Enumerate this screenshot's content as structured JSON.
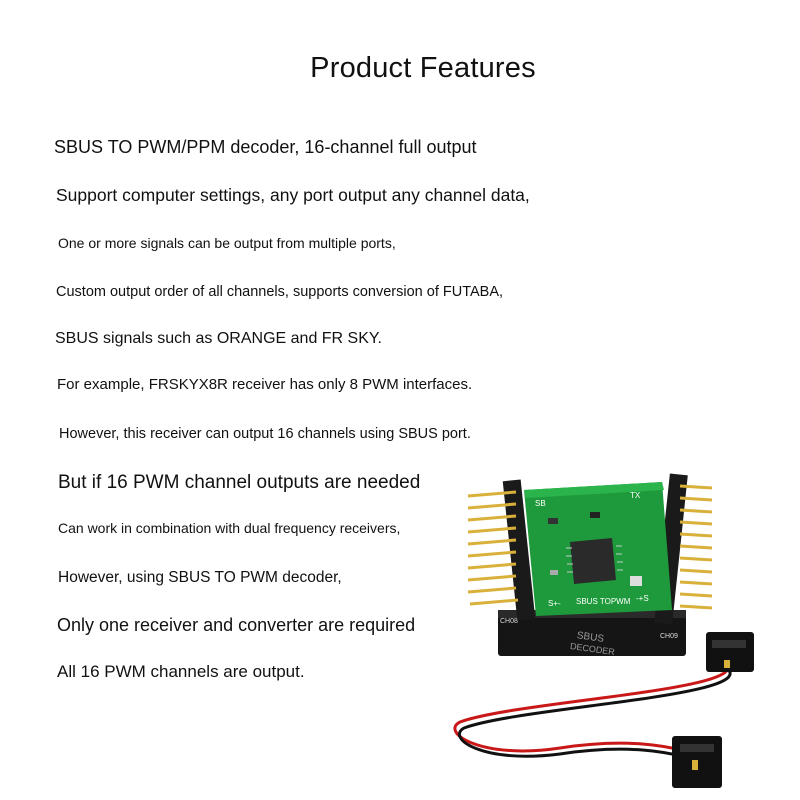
{
  "page": {
    "title": "Product Features"
  },
  "features": [
    "SBUS TO PWM/PPM decoder, 16-channel full output",
    "Support computer settings, any port output any channel data,",
    "One or more signals can be output from multiple ports,",
    "Custom output order of all channels, supports conversion of FUTABA,",
    "SBUS signals such as ORANGE and FR SKY.",
    "For example, FRSKYX8R receiver has only 8 PWM interfaces.",
    "However, this receiver can output 16 channels using SBUS port.",
    "But if 16 PWM channel outputs are needed",
    "Can work in combination with dual frequency receivers,",
    "However, using SBUS TO PWM decoder,",
    "Only one receiver and converter are required",
    "All 16 PWM channels are output."
  ],
  "product_image": {
    "board_label_left": "SB",
    "board_label_right": "TX",
    "board_bottom_label": "SBUS TOPWM",
    "board_bottom_left": "S+-",
    "board_bottom_right": "-+S",
    "channel_label_left": "CH08",
    "channel_label_right": "CH09",
    "case_label_top": "SBUS",
    "case_label_bottom": "DECODER",
    "colors": {
      "pcb": "#1e9a3c",
      "case": "#151515",
      "header_pins": "#d9b13a",
      "cable_red": "#c81818",
      "cable_black": "#111111"
    }
  }
}
